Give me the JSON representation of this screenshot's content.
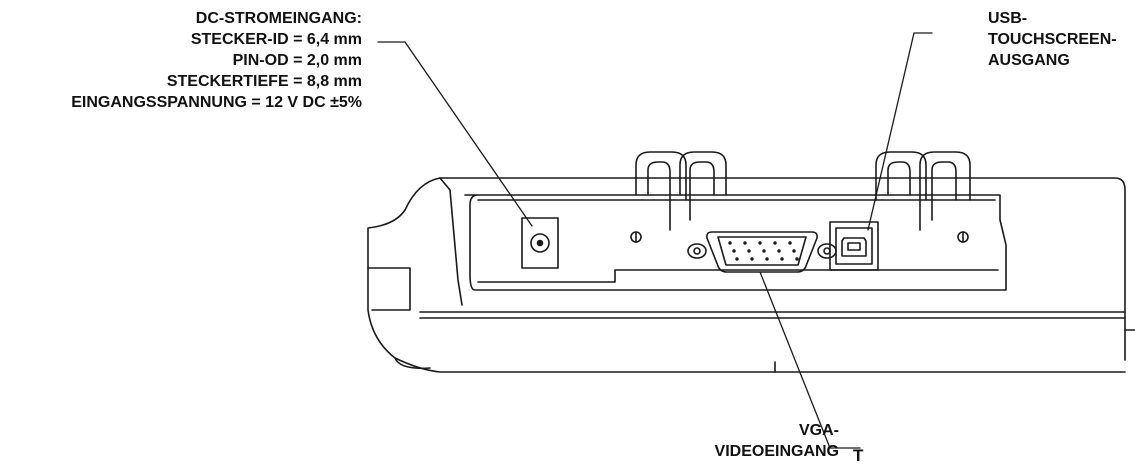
{
  "callouts": {
    "dc_input": {
      "lines": [
        "DC-STROMEINGANG:",
        "STECKER-ID = 6,4 mm",
        "PIN-OD = 2,0 mm",
        "STECKERTIEFE = 8,8 mm",
        "EINGANGSSPANNUNG = 12 V DC ±5%"
      ]
    },
    "usb_output": {
      "lines": [
        "USB-",
        "TOUCHSCREEN-",
        "AUSGANG"
      ]
    },
    "vga_input": {
      "lines": [
        "VGA-",
        "VIDEOEINGANG"
      ],
      "suffix": "T"
    }
  },
  "colors": {
    "stroke": "#1a1a1a",
    "text": "#111111",
    "background": "#ffffff"
  }
}
